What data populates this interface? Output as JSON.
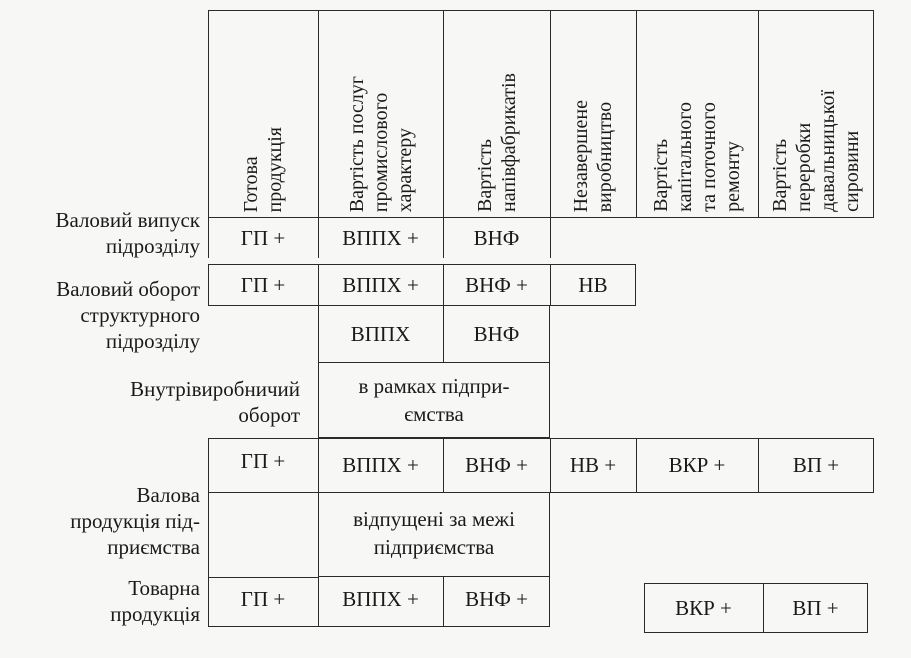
{
  "columns": [
    "Готова\nпродукція",
    "Вартість послуг\nпромислового\nхарактеру",
    "Вартість\nнапівфабрикатів",
    "Незавершене\nвиробництво",
    "Вартість\nкапітального\nта поточного\nремонту",
    "Вартість\nпереробки\nдавальницької\nсировини"
  ],
  "rows": {
    "gross_output": {
      "label": "Валовий випуск\nпідрозділу",
      "cells": [
        "ГП +",
        "ВППХ +",
        "ВНФ"
      ]
    },
    "gross_turnover": {
      "label": "Валовий оборот\nструктурного\nпідрозділу",
      "cells": [
        "ГП +",
        "ВППХ +",
        "ВНФ +",
        "НВ"
      ]
    },
    "intra_sub": {
      "cells": [
        "ВППХ",
        "ВНФ"
      ]
    },
    "intra_turnover": {
      "label": "Внутрівиробничий\nоборот",
      "note": "в рамках підпри-\nємства"
    },
    "gross_product": {
      "label": "Валова\nпродукція під-\nприємства",
      "cells": [
        "ГП +",
        "ВППХ +",
        "ВНФ +",
        "НВ +",
        "ВКР +",
        "ВП +"
      ],
      "note": "відпущені за межі\nпідприємства"
    },
    "marketable": {
      "label": "Товарна\nпродукція",
      "cells": [
        "ГП +",
        "ВППХ +",
        "ВНФ +",
        "ВКР +",
        "ВП +"
      ]
    }
  }
}
